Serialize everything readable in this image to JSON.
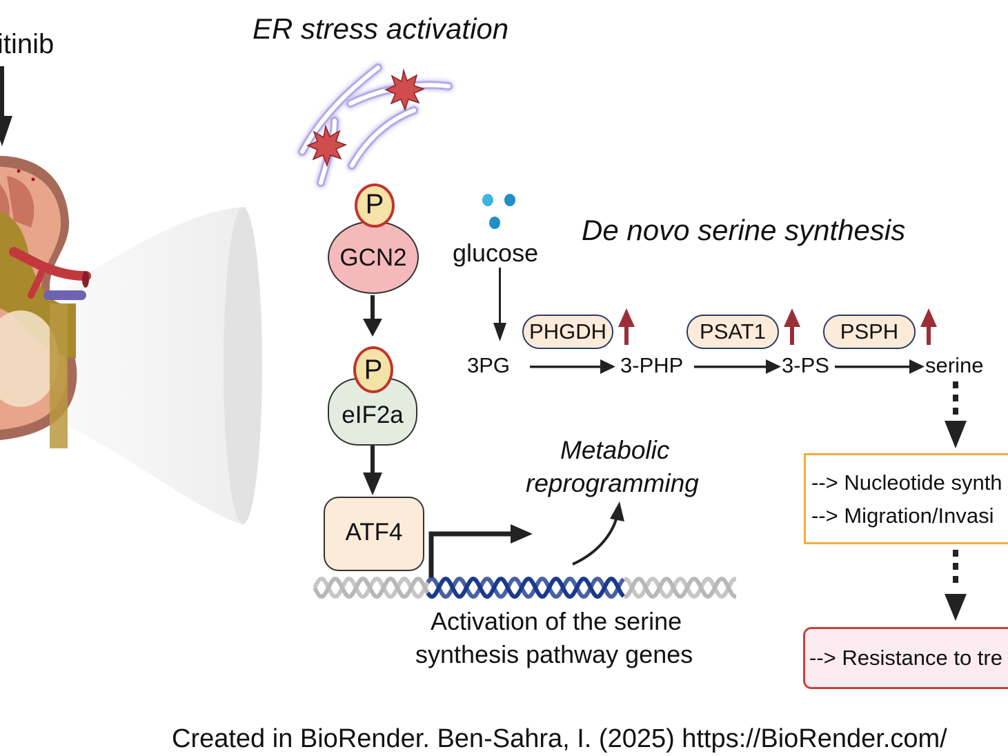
{
  "drug_label": "itinib",
  "er_stress": {
    "title": "ER stress activation"
  },
  "signaling": {
    "phospho_label": "P",
    "gcn2": "GCN2",
    "eif2a": "eIF2a",
    "atf4": "ATF4"
  },
  "serine_pathway": {
    "title": "De novo serine synthesis",
    "glucose": "glucose",
    "metabolites": [
      "3PG",
      "3-PHP",
      "3-PS",
      "serine"
    ],
    "enzymes": [
      {
        "name": "PHGDH",
        "regulation": "up"
      },
      {
        "name": "PSAT1",
        "regulation": "up"
      },
      {
        "name": "PSPH",
        "regulation": "up"
      }
    ]
  },
  "metabolic_reprogramming": {
    "line1": "Metabolic",
    "line2": "reprogramming"
  },
  "gene_activation": {
    "line1": "Activation of the serine",
    "line2": "synthesis pathway genes"
  },
  "outcomes": {
    "box1": [
      "-->  Nucleotide synth",
      "-->  Migration/Invasi"
    ],
    "box2": [
      "--> Resistance to tre"
    ]
  },
  "footer": "Created in BioRender. Ben-Sahra, I. (2025) https://BioRender.com/",
  "colors": {
    "up_arrow": "#9b2f35",
    "phospho_border": "#c0342c",
    "phospho_fill": "#f5e2a6",
    "gcn2_fill": "#f6b9bb",
    "eif2a_fill": "#e2ecdf",
    "atf4_fill": "#fcebd8",
    "outcome_box1_border": "#f0ad3c",
    "outcome_box2_border": "#c9403b",
    "outcome_box2_fill": "#fcecf1",
    "dna_active": "#1a3a8c",
    "dna_inactive": "#b8b8b8",
    "glucose": "#2a9ad0",
    "er_membrane": "#b9aee6"
  }
}
